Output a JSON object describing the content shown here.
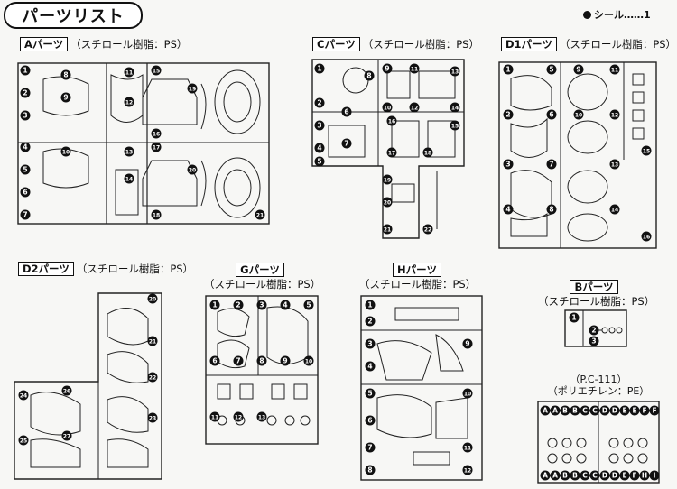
{
  "page": {
    "title": "パーツリスト",
    "seal_note": "シール……1"
  },
  "sections": [
    {
      "id": "A",
      "tag": "Aパーツ",
      "material": "（スチロール樹脂：PS）"
    },
    {
      "id": "C",
      "tag": "Cパーツ",
      "material": "（スチロール樹脂：PS）"
    },
    {
      "id": "D1",
      "tag": "D1パーツ",
      "material": "（スチロール樹脂：PS）"
    },
    {
      "id": "D2",
      "tag": "D2パーツ",
      "material": "（スチロール樹脂：PS）"
    },
    {
      "id": "G",
      "tag": "Gパーツ",
      "material": "（スチロール樹脂：PS）"
    },
    {
      "id": "H",
      "tag": "Hパーツ",
      "material": "（スチロール樹脂：PS）"
    },
    {
      "id": "B",
      "tag": "Bパーツ",
      "material": "（スチロール樹脂：PS）"
    }
  ],
  "polycap": {
    "name": "（P.C-111）",
    "material": "（ポリエチレン：PE）"
  },
  "part_numbers": {
    "A": [
      "1",
      "2",
      "3",
      "4",
      "5",
      "6",
      "7",
      "8",
      "9",
      "10",
      "11",
      "12",
      "13",
      "14",
      "15",
      "16",
      "17",
      "18",
      "19",
      "20",
      "21"
    ],
    "C": [
      "1",
      "2",
      "3",
      "4",
      "5",
      "6",
      "7",
      "8",
      "9",
      "10",
      "11",
      "12",
      "13",
      "14",
      "15",
      "16",
      "17",
      "18",
      "19",
      "20",
      "21",
      "22"
    ],
    "D1": [
      "1",
      "2",
      "3",
      "4",
      "5",
      "6",
      "7",
      "8",
      "9",
      "10",
      "11",
      "12",
      "13",
      "14",
      "15",
      "16"
    ],
    "D2": [
      "20",
      "21",
      "22",
      "23",
      "24",
      "25",
      "26",
      "27"
    ],
    "G": [
      "1",
      "2",
      "3",
      "4",
      "5",
      "6",
      "7",
      "8",
      "9",
      "10",
      "11",
      "12",
      "13"
    ],
    "H": [
      "1",
      "2",
      "3",
      "4",
      "5",
      "6",
      "7",
      "8",
      "9",
      "10",
      "11",
      "12"
    ],
    "B": [
      "1",
      "2",
      "3"
    ],
    "PC_top": [
      "A",
      "A",
      "B",
      "B",
      "C",
      "C",
      "D",
      "D",
      "E",
      "E",
      "F",
      "F"
    ],
    "PC_bottom": [
      "A",
      "A",
      "B",
      "B",
      "C",
      "C",
      "D",
      "D",
      "E",
      "F",
      "H",
      "I"
    ]
  }
}
